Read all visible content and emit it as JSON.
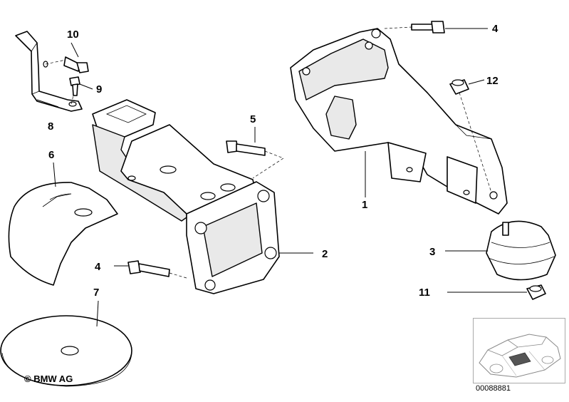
{
  "diagram": {
    "callouts": [
      "1",
      "2",
      "3",
      "4",
      "4",
      "5",
      "6",
      "7",
      "8",
      "9",
      "10",
      "11",
      "12"
    ],
    "copyright": "© BMW AG",
    "reference": "00088881"
  },
  "thumbnail": {
    "icon": "car-outline-icon"
  }
}
